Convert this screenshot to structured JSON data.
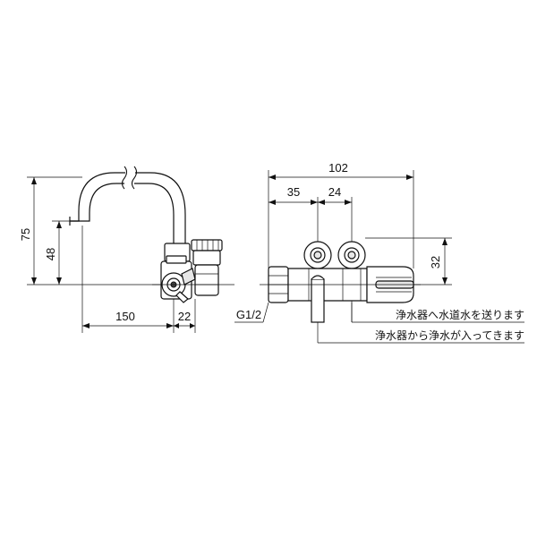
{
  "left_view": {
    "dimensions": {
      "height_total": "75",
      "height_outlet": "48",
      "width_spout": "150",
      "width_body": "22"
    }
  },
  "right_view": {
    "dimensions": {
      "width_total": "102",
      "offset_left": "35",
      "offset_mid": "24",
      "height_ports": "32"
    },
    "thread_label": "G1/2",
    "notes": {
      "water_to_purifier": "浄水器へ水道水を送ります",
      "water_from_purifier": "浄水器から浄水が入ってきます"
    }
  }
}
